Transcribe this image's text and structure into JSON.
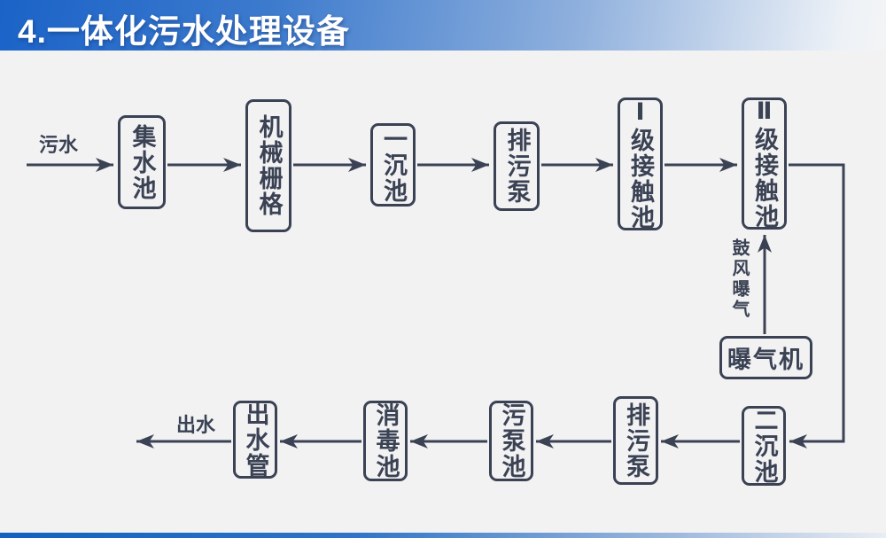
{
  "slide": {
    "title": "4.一体化污水处理设备"
  },
  "colors": {
    "header_blue": "#1b63c8",
    "line_navy": "#3a4254",
    "canvas_background": "#f2f2f3"
  },
  "diagram": {
    "inlet_label": "污水",
    "outlet_label": "出水",
    "aeration_label": "鼓风曝气",
    "nodes": [
      {
        "id": "collecting-tank",
        "label": "集水池"
      },
      {
        "id": "mechanical-grid",
        "label": "机械栅格"
      },
      {
        "id": "primary-sedimentation-tank",
        "label": "一沉池"
      },
      {
        "id": "sewage-pump-top",
        "label": "排污泵"
      },
      {
        "id": "stage1-contact-tank",
        "label": "Ⅰ级接触池"
      },
      {
        "id": "stage2-contact-tank",
        "label": "Ⅱ级接触池"
      },
      {
        "id": "aerator",
        "label": "曝气机"
      },
      {
        "id": "secondary-sedimentation-tank",
        "label": "二沉池"
      },
      {
        "id": "sewage-pump-bottom",
        "label": "排污泵"
      },
      {
        "id": "sewage-pump-tank",
        "label": "污泵池"
      },
      {
        "id": "disinfection-tank",
        "label": "消毒池"
      },
      {
        "id": "outlet-pipe",
        "label": "出水管"
      }
    ],
    "edges": [
      {
        "from": "污水",
        "to": "集水池"
      },
      {
        "from": "集水池",
        "to": "机械栅格"
      },
      {
        "from": "机械栅格",
        "to": "一沉池"
      },
      {
        "from": "一沉池",
        "to": "排污泵"
      },
      {
        "from": "排污泵",
        "to": "Ⅰ级接触池"
      },
      {
        "from": "Ⅰ级接触池",
        "to": "Ⅱ级接触池"
      },
      {
        "from": "Ⅱ级接触池",
        "to": "二沉池"
      },
      {
        "from": "二沉池",
        "to": "排污泵"
      },
      {
        "from": "排污泵",
        "to": "污泵池"
      },
      {
        "from": "污泵池",
        "to": "消毒池"
      },
      {
        "from": "消毒池",
        "to": "出水管"
      },
      {
        "from": "出水管",
        "to": "出水"
      },
      {
        "from": "曝气机",
        "to": "Ⅱ级接触池",
        "via": "鼓风曝气"
      }
    ]
  }
}
